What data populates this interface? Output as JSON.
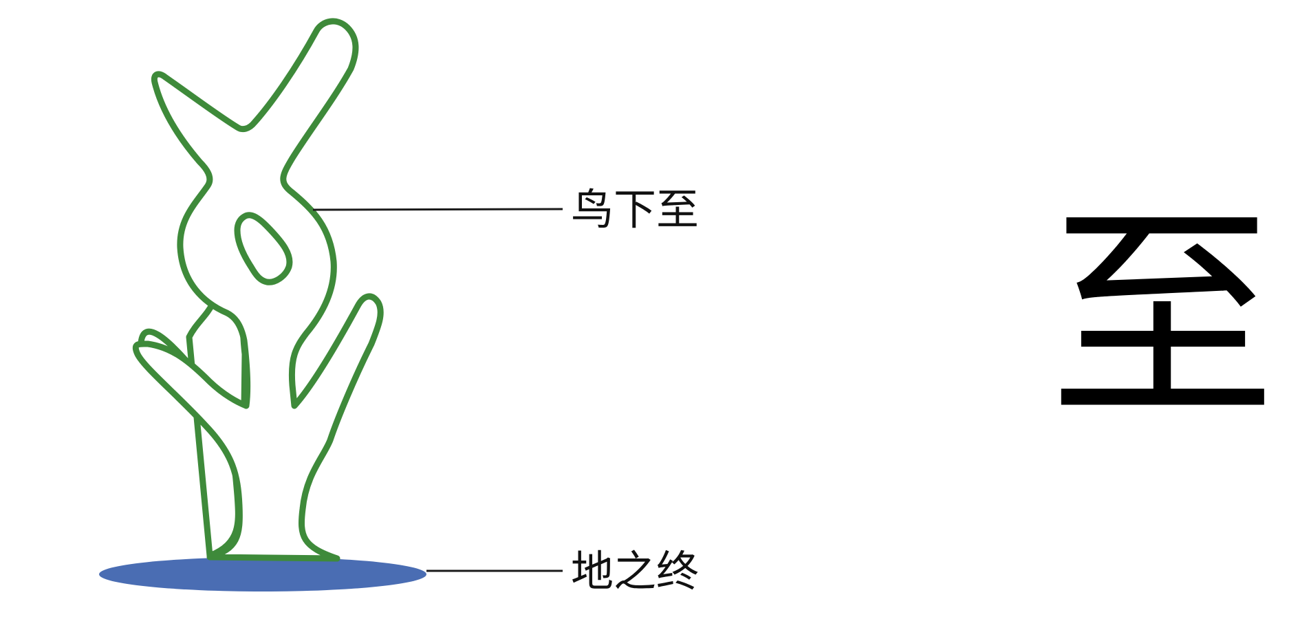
{
  "labels": {
    "top": "鸟下至",
    "bottom": "地之终"
  },
  "character": "至",
  "colors": {
    "outline": "#3e8a3a",
    "ground": "#4a6db3",
    "leader_line": "#1a1a1a",
    "text": "#111111",
    "background": "#ffffff"
  }
}
